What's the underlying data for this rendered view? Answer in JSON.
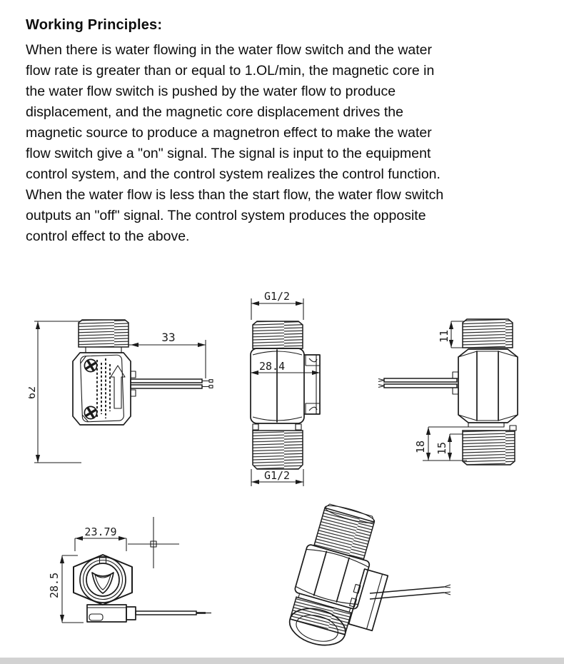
{
  "colors": {
    "ink": "#1b1b1b",
    "text": "#0d0d0d",
    "divider": "#d2d2d2",
    "background": "#ffffff"
  },
  "working_principles": {
    "title": "Working Principles:",
    "body": "When there is water flowing in the water flow switch and the water\nflow rate is greater than or equal to 1.OL/min, the magnetic core in\nthe water flow switch is pushed by the water flow to produce\ndisplacement, and the magnetic core displacement drives the\nmagnetic source to produce a magnetron effect to make the water\nflow switch give a \"on\" signal. The signal is input to the equipment\ncontrol system, and the control system realizes the control function.\nWhen the water flow is less than the start flow, the water flow switch\noutputs an \"off\" signal. The control system produces the opposite\ncontrol effect to the above.",
    "flow_units_note": "1.OL/min"
  },
  "drawings": {
    "side_view": {
      "overall_height_mm": "62",
      "cable_length_mm": "33"
    },
    "front_view": {
      "top_thread_spec": "G1/2",
      "body_width_mm": "28.4",
      "bottom_thread_spec": "G1/2"
    },
    "back_side_view": {
      "top_thread_length_mm": "11",
      "bottom_section_length_mm": "18",
      "bottom_thread_length_mm": "15"
    },
    "end_view": {
      "width_mm": "23.79",
      "height_mm": "28.5"
    }
  }
}
